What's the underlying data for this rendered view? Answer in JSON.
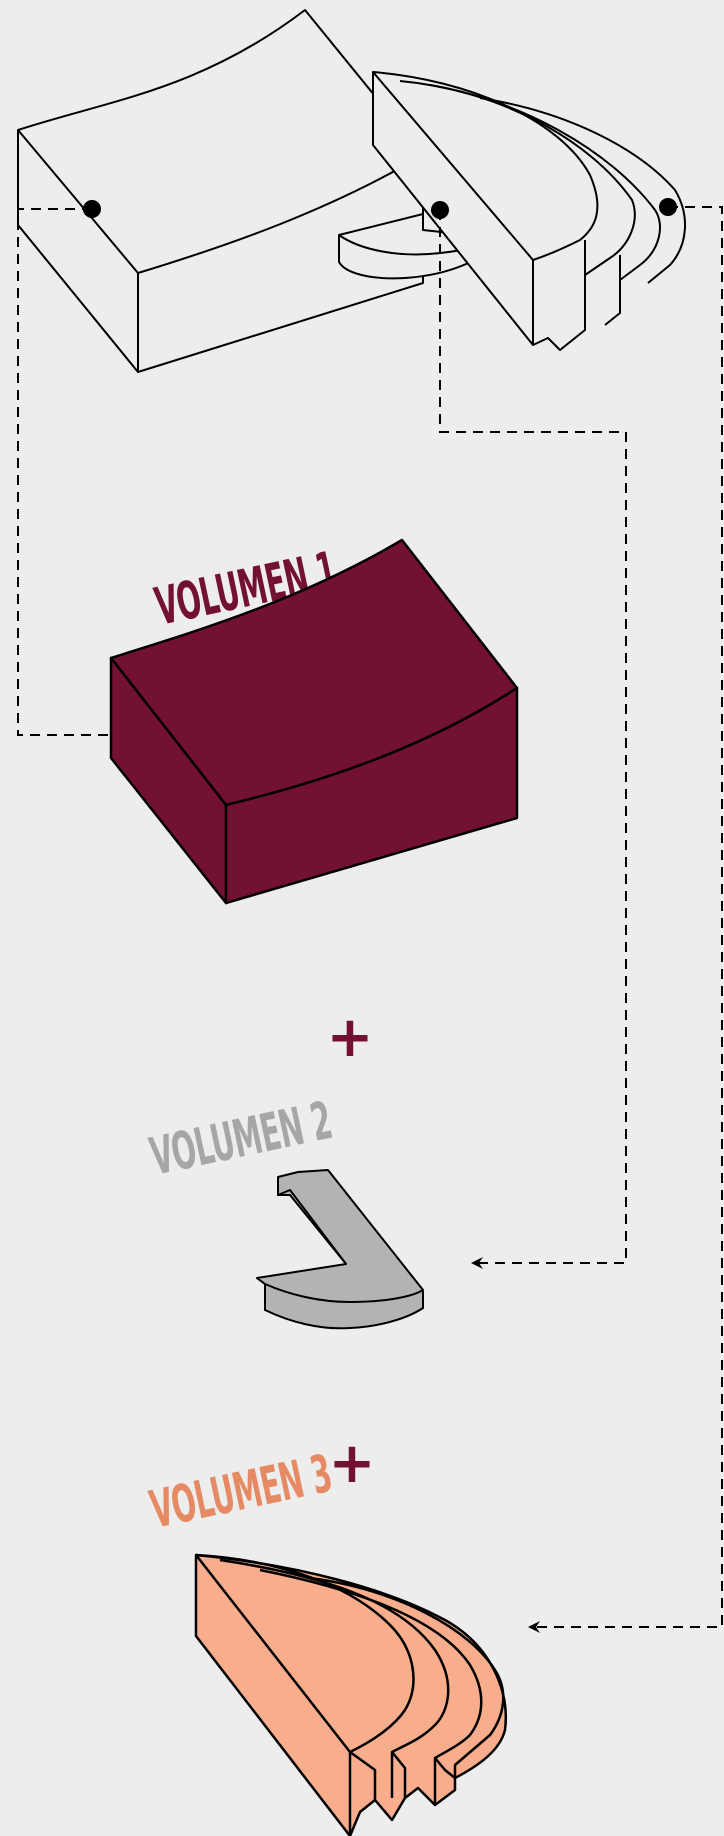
{
  "colors": {
    "background": "#ededed",
    "stroke": "#000000",
    "volume1_fill": "#731130",
    "volume2_fill": "#b3b3b3",
    "volume3_fill": "#f8ad8c",
    "plus_sign": "#731130",
    "label1": "#731130",
    "label2": "#a6a6a6",
    "label3": "#e58a63"
  },
  "labels": {
    "volume1": "VOLUMEN 1",
    "volume2": "VOLUMEN 2",
    "volume3": "VOLUMEN 3"
  },
  "operators": {
    "first": "+",
    "second": "+"
  },
  "connectors": {
    "style": "dashed",
    "count": 3,
    "end_marker": "arrowhead",
    "start_marker": "dot"
  }
}
